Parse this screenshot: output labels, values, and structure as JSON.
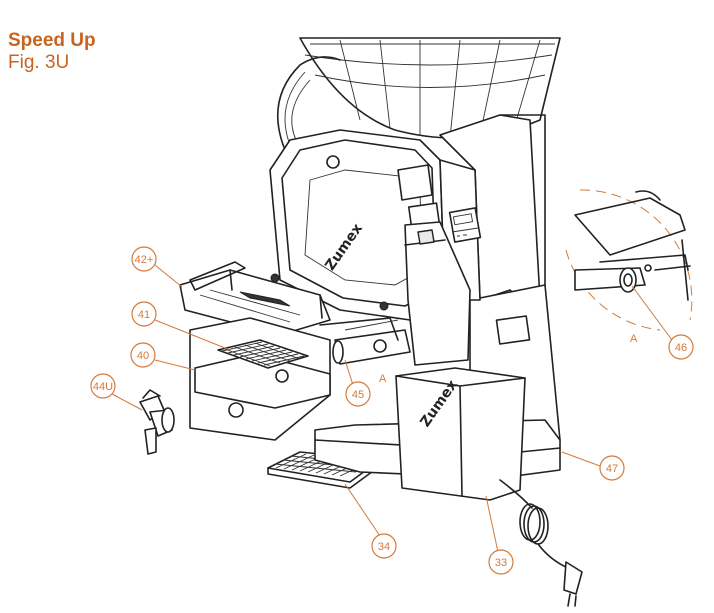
{
  "title": "Speed Up",
  "subtitle": "Fig. 3U",
  "brand_label": "Zumex",
  "detail_marker": "A",
  "callouts": [
    {
      "label": "42+",
      "part": "top-tray"
    },
    {
      "label": "41",
      "part": "grid"
    },
    {
      "label": "40",
      "part": "drip-tray"
    },
    {
      "label": "44U",
      "part": "tap"
    },
    {
      "label": "45",
      "part": "shaft"
    },
    {
      "label": "46",
      "part": "shaft-detail"
    },
    {
      "label": "47",
      "part": "base"
    },
    {
      "label": "33",
      "part": "waste-bin"
    },
    {
      "label": "34",
      "part": "cup-grid"
    }
  ],
  "colors": {
    "accent": "#c8641e",
    "callout": "#d47a3a",
    "lines": "#222222"
  }
}
